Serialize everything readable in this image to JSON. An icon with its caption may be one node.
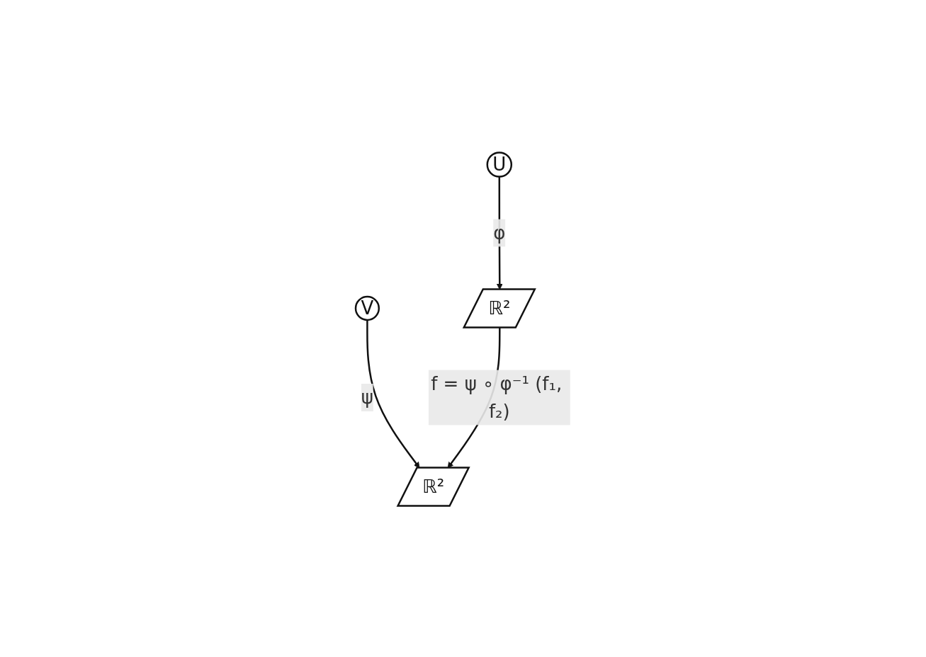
{
  "diagram": {
    "nodes": [
      {
        "text": [
          "U"
        ]
      },
      {
        "text": [
          "V"
        ]
      },
      {
        "text": [
          "ℝ²"
        ]
      },
      {
        "text": [
          "ℝ²"
        ]
      }
    ],
    "edges": [
      {
        "from": 0,
        "to": 2,
        "arrow": "to",
        "label": "φ"
      },
      {
        "from": 1,
        "to": 3,
        "arrow": "to",
        "label": "ψ"
      },
      {
        "from": 2,
        "to": 3,
        "arrow": "to",
        "label": "f = ψ ∘ φ⁻¹ (f₁, f₂)"
      }
    ]
  }
}
